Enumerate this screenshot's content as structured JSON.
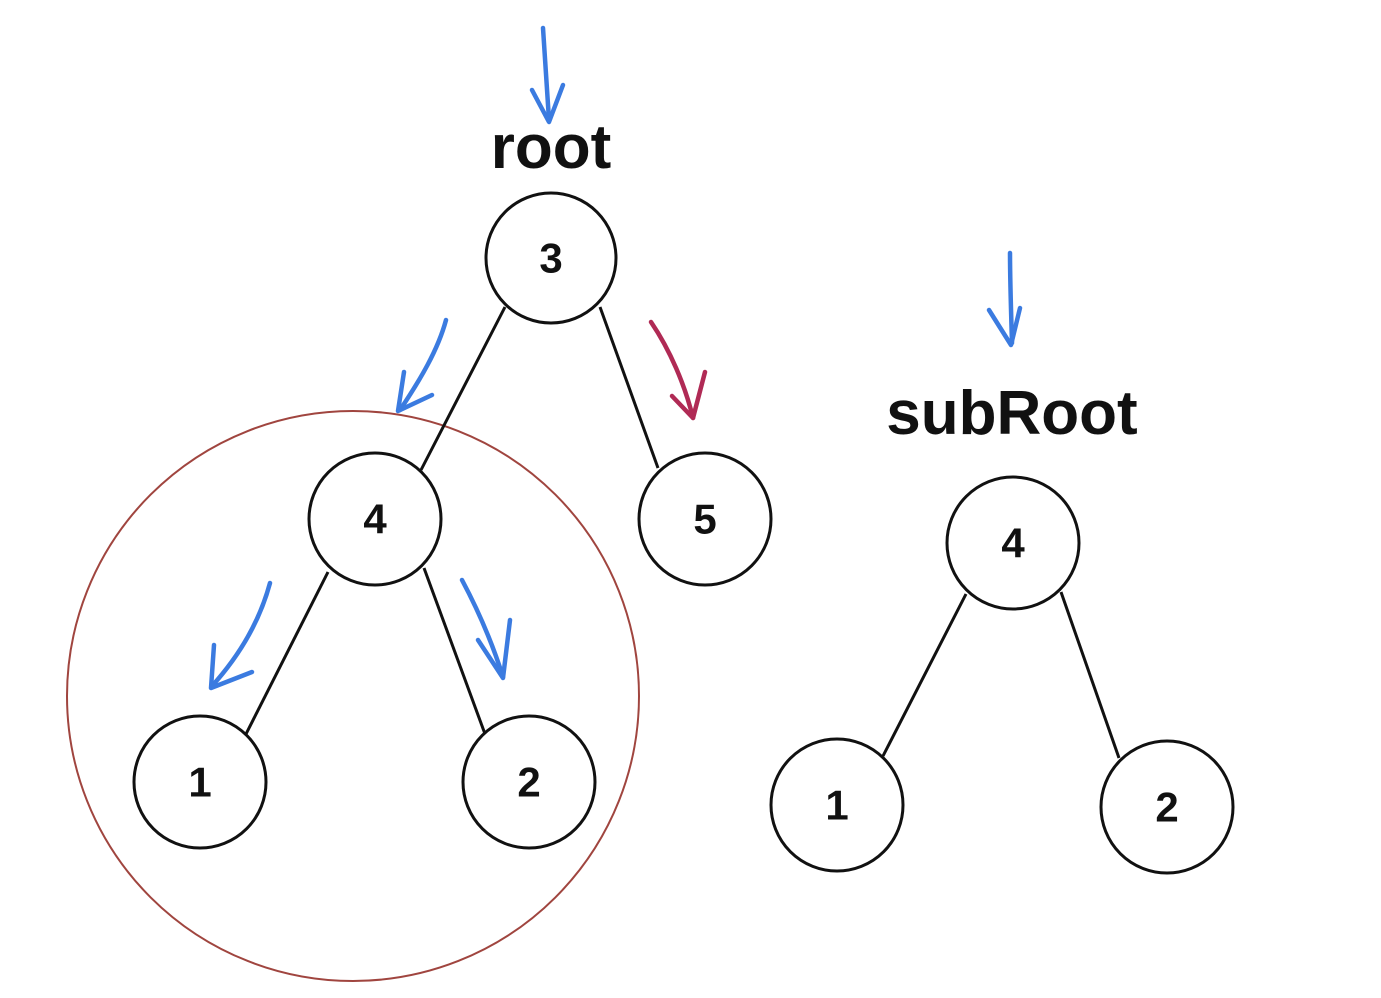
{
  "colors": {
    "node_stroke": "#111111",
    "pointer_arrow": "#3b7be0",
    "accent_arrow": "#b02a55",
    "highlight_circle": "#a0453f"
  },
  "root_tree": {
    "label": "root",
    "nodes": {
      "n3": "3",
      "n4": "4",
      "n5": "5",
      "n1": "1",
      "n2": "2"
    },
    "edges": [
      [
        "3",
        "4"
      ],
      [
        "3",
        "5"
      ],
      [
        "4",
        "1"
      ],
      [
        "4",
        "2"
      ]
    ],
    "highlighted_subtree_root": "4"
  },
  "sub_tree": {
    "label": "subRoot",
    "nodes": {
      "n4": "4",
      "n1": "1",
      "n2": "2"
    },
    "edges": [
      [
        "4",
        "1"
      ],
      [
        "4",
        "2"
      ]
    ]
  }
}
